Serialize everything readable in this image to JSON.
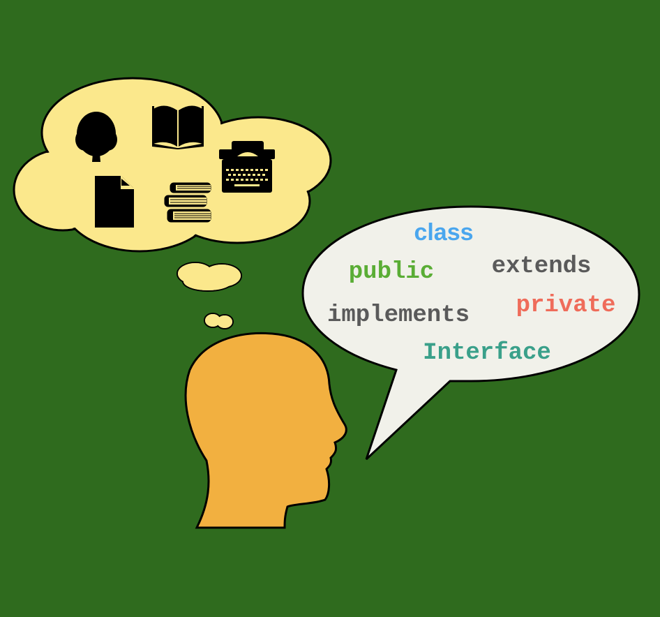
{
  "colors": {
    "background": "#2f6b1e",
    "thought_cloud": "#fbe88c",
    "speech_bubble": "#f1f1ea",
    "head": "#f2b040",
    "outline": "#000000"
  },
  "thought": {
    "icons": [
      "tree-icon",
      "open-book-icon",
      "typewriter-icon",
      "document-icon",
      "stacked-books-icon"
    ]
  },
  "speech": {
    "words": [
      {
        "text": "class",
        "color": "#4aa6ee"
      },
      {
        "text": "public",
        "color": "#5aad35"
      },
      {
        "text": "extends",
        "color": "#5a5a5a"
      },
      {
        "text": "implements",
        "color": "#5a5a5a"
      },
      {
        "text": "private",
        "color": "#ef6c5a"
      },
      {
        "text": "Interface",
        "color": "#3aa08a"
      }
    ]
  }
}
